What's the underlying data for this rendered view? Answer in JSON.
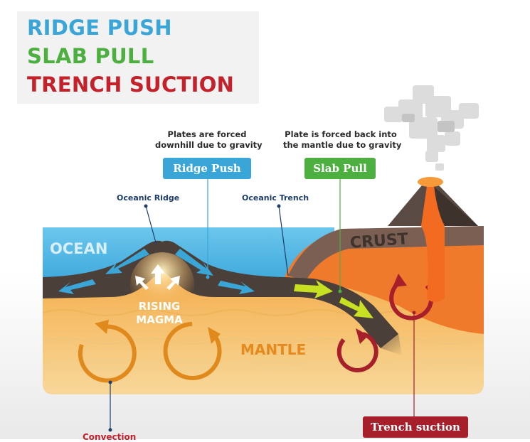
{
  "title": {
    "lines": [
      "RIDGE PUSH",
      "SLAB PULL",
      "TRENCH SUCTION"
    ],
    "colors": [
      "#3aa6d8",
      "#4caf3f",
      "#c4212b"
    ]
  },
  "annotations": {
    "ridge_push_desc": [
      "Plates are forced",
      "downhill due to gravity"
    ],
    "slab_pull_desc": [
      "Plate is forced back into",
      "the mantle due to gravity"
    ]
  },
  "tags": {
    "ridge_push": "Ridge Push",
    "slab_pull": "Slab Pull",
    "trench_suction": "Trench suction"
  },
  "labels": {
    "oceanic_ridge": "Oceanic Ridge",
    "oceanic_trench": "Oceanic Trench",
    "ocean": "OCEAN",
    "crust": "CRUST",
    "rising_magma": [
      "RISING",
      "MAGMA"
    ],
    "mantle": "MANTLE",
    "convection": "Convection"
  },
  "colors": {
    "ocean": "#4fb7e3",
    "plate": "#4a3f39",
    "mantle_top": "#f2a440",
    "mantle_bottom": "#f7d79a",
    "ridge_push_blue": "#3aa6d8",
    "slab_pull_green": "#4caf3f",
    "trench_red": "#a61f2b",
    "convection_orange": "#e08a1e",
    "volcano_lava": "#f36b21"
  }
}
